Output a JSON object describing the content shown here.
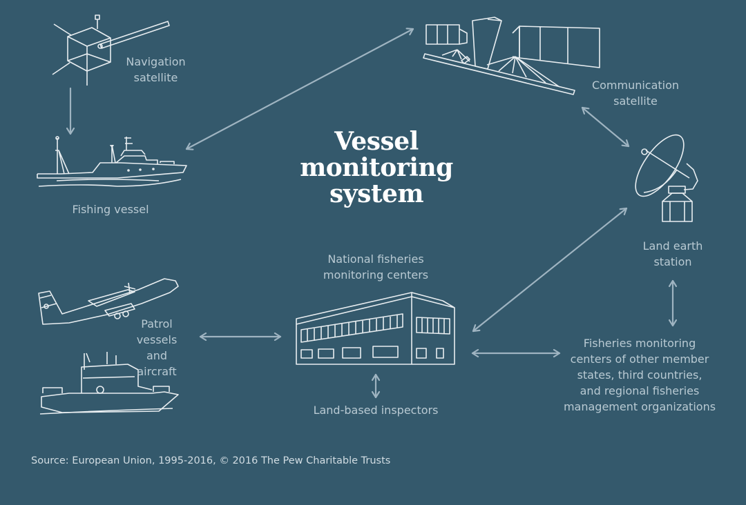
{
  "title": {
    "line1": "Vessel",
    "line2": "monitoring",
    "line3": "system"
  },
  "nodes": {
    "navigation_satellite": {
      "line1": "Navigation",
      "line2": "satellite",
      "icon": "navigation-satellite-icon"
    },
    "communication_satellite": {
      "line1": "Communication",
      "line2": "satellite",
      "icon": "communication-satellite-icon"
    },
    "fishing_vessel": {
      "label": "Fishing vessel",
      "icon": "fishing-vessel-icon"
    },
    "land_earth_station": {
      "line1": "Land earth",
      "line2": "station",
      "icon": "satellite-dish-icon"
    },
    "national_centers": {
      "line1": "National fisheries",
      "line2": "monitoring centers",
      "icon": "building-icon"
    },
    "patrol": {
      "line1": "Patrol",
      "line2": "vessels and",
      "line3": "aircraft",
      "icon": "patrol-aircraft-and-boat-icon"
    },
    "inspectors": {
      "label": "Land-based inspectors"
    },
    "other_centers": {
      "line1": "Fisheries monitoring",
      "line2": "centers of other member",
      "line3": "states, third countries,",
      "line4": "and regional fisheries",
      "line5": "management organizations"
    }
  },
  "connections": [
    {
      "from": "Navigation satellite",
      "to": "Fishing vessel",
      "direction": "one-way"
    },
    {
      "from": "Fishing vessel",
      "to": "Communication satellite",
      "direction": "two-way"
    },
    {
      "from": "Communication satellite",
      "to": "Land earth station",
      "direction": "two-way"
    },
    {
      "from": "Land earth station",
      "to": "National fisheries monitoring centers",
      "direction": "two-way"
    },
    {
      "from": "Land earth station",
      "to": "Fisheries monitoring centers of other member states",
      "direction": "two-way"
    },
    {
      "from": "Patrol vessels and aircraft",
      "to": "National fisheries monitoring centers",
      "direction": "two-way"
    },
    {
      "from": "National fisheries monitoring centers",
      "to": "Land-based inspectors",
      "direction": "two-way"
    },
    {
      "from": "National fisheries monitoring centers",
      "to": "Fisheries monitoring centers of other member states",
      "direction": "two-way"
    }
  ],
  "source": "Source: European Union, 1995-2016, © 2016 The Pew Charitable Trusts",
  "colors": {
    "background": "#34596c",
    "title": "#ffffff",
    "label": "#b9cad3",
    "arrow": "#9fb4c1",
    "icon_stroke": "#e9eef1"
  }
}
